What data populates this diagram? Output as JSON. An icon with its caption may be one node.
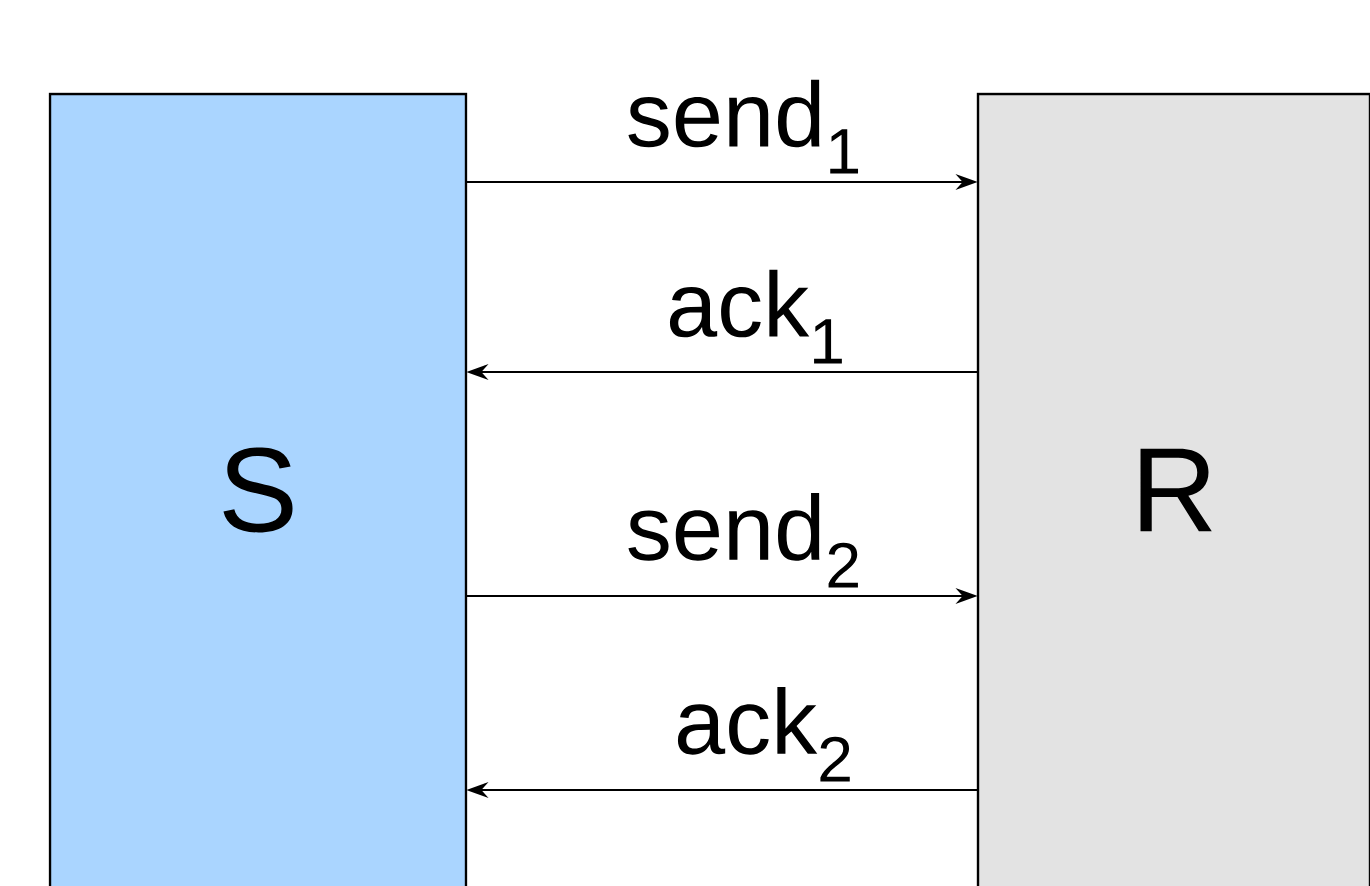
{
  "diagram": {
    "nodes": [
      {
        "text": [
          "S"
        ]
      },
      {
        "text": [
          "R"
        ]
      }
    ],
    "edges": [
      {
        "from": 0,
        "to": 1,
        "arrow": "to",
        "label": "send$_{1}$"
      },
      {
        "from": 1,
        "to": 0,
        "arrow": "to",
        "label": "ack$_{1}$"
      },
      {
        "from": 0,
        "to": 1,
        "arrow": "to",
        "label": "send$_{2}$"
      },
      {
        "from": 1,
        "to": 0,
        "arrow": "to",
        "label": "ack$_{2}$"
      }
    ]
  }
}
